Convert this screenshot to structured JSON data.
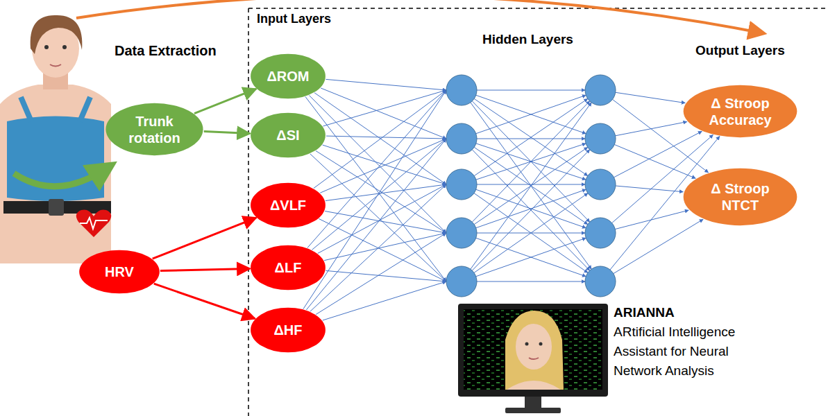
{
  "diagram": {
    "nodes": [
      {
        "text": [
          "Trunk rotation"
        ]
      },
      {
        "text": [
          "HRV"
        ]
      },
      {
        "text": [
          "ΔROM"
        ]
      },
      {
        "text": [
          "ΔSI"
        ]
      },
      {
        "text": [
          "ΔVLF"
        ]
      },
      {
        "text": [
          "ΔLF"
        ]
      },
      {
        "text": [
          "ΔHF"
        ]
      },
      {
        "text": [
          "Δ Stroop Accuracy"
        ]
      },
      {
        "text": [
          "Δ Stroop NTCT"
        ]
      }
    ],
    "edges": [
      {
        "from": 0,
        "to": 2,
        "arrow": "to"
      },
      {
        "from": 0,
        "to": 3,
        "arrow": "to"
      },
      {
        "from": 1,
        "to": 4,
        "arrow": "to"
      },
      {
        "from": 1,
        "to": 5,
        "arrow": "to"
      },
      {
        "from": 1,
        "to": 6,
        "arrow": "to"
      }
    ],
    "labels": [
      "Data Extraction",
      "Input Layers",
      "Hidden Layers",
      "Output Layers",
      "ARIANNA",
      "ARtificial Intelligence",
      "Assistant for Neural",
      "Network Analysis"
    ]
  }
}
